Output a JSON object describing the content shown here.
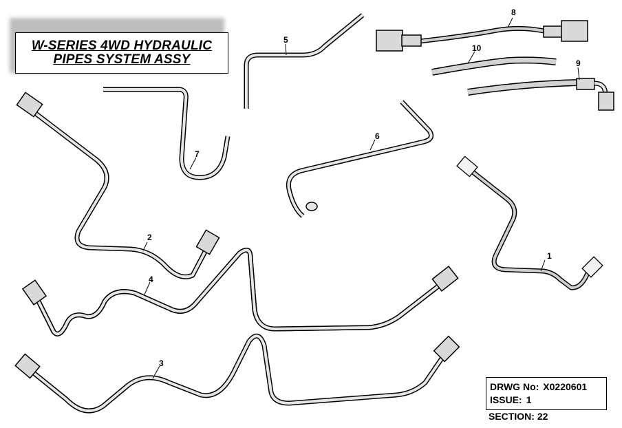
{
  "title": {
    "line1": "W-SERIES 4WD HYDRAULIC",
    "line2": "PIPES SYSTEM ASSY"
  },
  "drawing_info": {
    "drwg_label": "DRWG No:",
    "drwg_value": "X0220601",
    "issue_label": "ISSUE:",
    "issue_value": "1",
    "section_label": "SECTION:",
    "section_value": "22"
  },
  "parts": [
    {
      "id": "1",
      "label": "1"
    },
    {
      "id": "2",
      "label": "2"
    },
    {
      "id": "3",
      "label": "3"
    },
    {
      "id": "4",
      "label": "4"
    },
    {
      "id": "5",
      "label": "5"
    },
    {
      "id": "6",
      "label": "6"
    },
    {
      "id": "7",
      "label": "7"
    },
    {
      "id": "8",
      "label": "8"
    },
    {
      "id": "9",
      "label": "9"
    },
    {
      "id": "10",
      "label": "10"
    }
  ],
  "colors": {
    "outline": "#000000",
    "pipe_fill": "#e6e6e6",
    "hose_fill": "#cfcfcf",
    "fitting_fill": "#d9d9d9",
    "shadow": "#bdbdbd"
  }
}
